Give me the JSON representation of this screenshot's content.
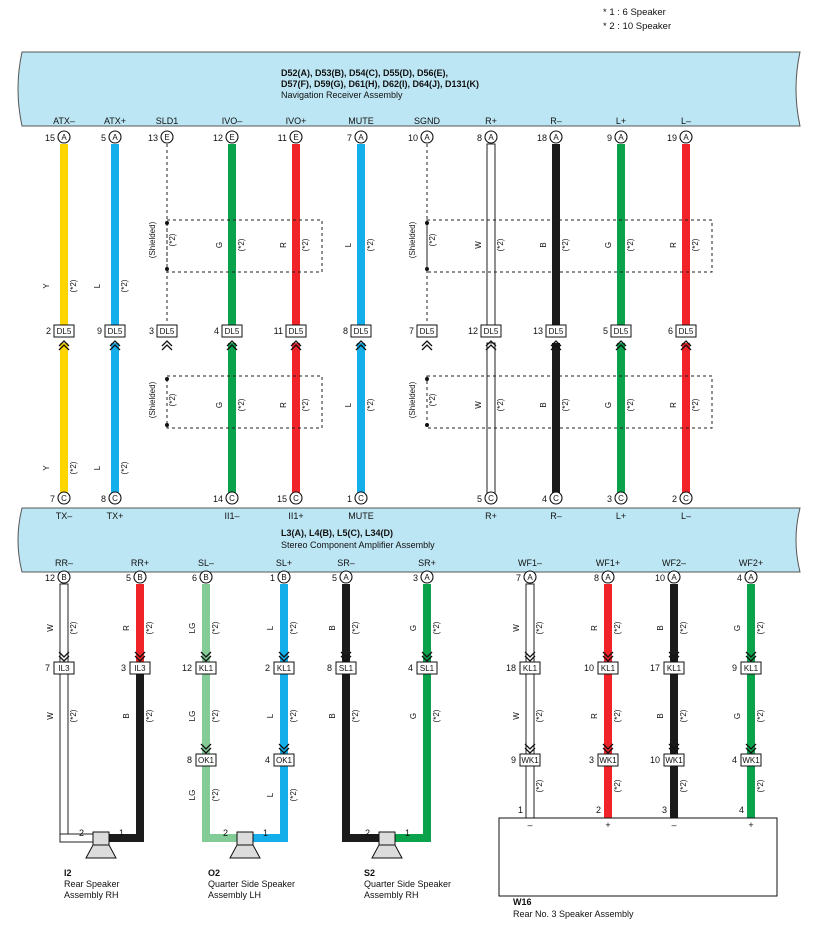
{
  "notes": [
    "* 1 : 6 Speaker",
    "* 2 : 10 Speaker"
  ],
  "colors": {
    "Y": "#ffd500",
    "L": "#14aeea",
    "G": "#0aa34b",
    "R": "#ef2328",
    "W": "#ffffff",
    "B": "#1b1b1b",
    "LG": "#84cc97",
    "bar": "#bde6f4"
  },
  "nav_receiver": {
    "connectors_line1": "D52(A), D53(B), D54(C), D55(D), D56(E),",
    "connectors_line2": "D57(F), D59(G), D61(H), D62(I), D64(J), D131(K)",
    "name": "Navigation Receiver Assembly"
  },
  "amplifier": {
    "connectors": "L3(A), L4(B), L5(C), L34(D)",
    "name": "Stereo Component Amplifier Assembly"
  },
  "shield_label": "(Shielded)",
  "star_note": "(*2)",
  "junction_label": "DL5",
  "upper_wires": [
    {
      "label": "ATX–",
      "pin": "15",
      "conn": "A",
      "color": "Y",
      "dl": "2",
      "bottom_pin": "7",
      "bottom_conn": "C",
      "bottom_label": "TX–"
    },
    {
      "label": "ATX+",
      "pin": "5",
      "conn": "A",
      "color": "L",
      "dl": "9",
      "bottom_pin": "8",
      "bottom_conn": "C",
      "bottom_label": "TX+"
    },
    {
      "label": "SLD1",
      "pin": "13",
      "conn": "E",
      "color": "SH",
      "dl": "3"
    },
    {
      "label": "IVO–",
      "pin": "12",
      "conn": "E",
      "color": "G",
      "dl": "4",
      "bottom_pin": "14",
      "bottom_conn": "C",
      "bottom_label": "II1–"
    },
    {
      "label": "IVO+",
      "pin": "11",
      "conn": "E",
      "color": "R",
      "dl": "11",
      "bottom_pin": "15",
      "bottom_conn": "C",
      "bottom_label": "II1+"
    },
    {
      "label": "MUTE",
      "pin": "7",
      "conn": "A",
      "color": "L",
      "dl": "8",
      "bottom_pin": "1",
      "bottom_conn": "C",
      "bottom_label": "MUTE"
    },
    {
      "label": "SGND",
      "pin": "10",
      "conn": "A",
      "color": "SH",
      "dl": "7"
    },
    {
      "label": "R+",
      "pin": "8",
      "conn": "A",
      "color": "W",
      "dl": "12",
      "bottom_pin": "5",
      "bottom_conn": "C",
      "bottom_label": "R+"
    },
    {
      "label": "R–",
      "pin": "18",
      "conn": "A",
      "color": "B",
      "dl": "13",
      "bottom_pin": "4",
      "bottom_conn": "C",
      "bottom_label": "R–"
    },
    {
      "label": "L+",
      "pin": "9",
      "conn": "A",
      "color": "G",
      "dl": "5",
      "bottom_pin": "3",
      "bottom_conn": "C",
      "bottom_label": "L+"
    },
    {
      "label": "L–",
      "pin": "19",
      "conn": "A",
      "color": "R",
      "dl": "6",
      "bottom_pin": "2",
      "bottom_conn": "C",
      "bottom_label": "L–"
    }
  ],
  "lower_wires": [
    {
      "label": "RR–",
      "pin": "12",
      "conn": "B",
      "color": "W",
      "j1_pin": "7",
      "j1": "IL3",
      "color2": "W"
    },
    {
      "label": "RR+",
      "pin": "5",
      "conn": "B",
      "color": "R",
      "j1_pin": "3",
      "j1": "IL3",
      "color2": "B"
    },
    {
      "label": "SL–",
      "pin": "6",
      "conn": "B",
      "color": "LG",
      "j1_pin": "12",
      "j1": "KL1",
      "color2": "LG",
      "j2_pin": "8",
      "j2": "OK1",
      "color3": "LG"
    },
    {
      "label": "SL+",
      "pin": "1",
      "conn": "B",
      "color": "L",
      "j1_pin": "2",
      "j1": "KL1",
      "color2": "L",
      "j2_pin": "4",
      "j2": "OK1",
      "color3": "L"
    },
    {
      "label": "SR–",
      "pin": "5",
      "conn": "A",
      "color": "B",
      "j1_pin": "8",
      "j1": "SL1",
      "color2": "B"
    },
    {
      "label": "SR+",
      "pin": "3",
      "conn": "A",
      "color": "G",
      "j1_pin": "4",
      "j1": "SL1",
      "color2": "G"
    },
    {
      "label": "WF1–",
      "pin": "7",
      "conn": "A",
      "color": "W",
      "j1_pin": "18",
      "j1": "KL1",
      "color2": "W",
      "j2_pin": "9",
      "j2": "WK1",
      "color3": "W",
      "end_pin": "1",
      "polarity": "–"
    },
    {
      "label": "WF1+",
      "pin": "8",
      "conn": "A",
      "color": "R",
      "j1_pin": "10",
      "j1": "KL1",
      "color2": "R",
      "j2_pin": "3",
      "j2": "WK1",
      "color3": "R",
      "end_pin": "2",
      "polarity": "+"
    },
    {
      "label": "WF2–",
      "pin": "10",
      "conn": "A",
      "color": "B",
      "j1_pin": "17",
      "j1": "KL1",
      "color2": "B",
      "j2_pin": "10",
      "j2": "WK1",
      "color3": "B",
      "end_pin": "3",
      "polarity": "–"
    },
    {
      "label": "WF2+",
      "pin": "4",
      "conn": "A",
      "color": "G",
      "j1_pin": "9",
      "j1": "KL1",
      "color2": "G",
      "j2_pin": "4",
      "j2": "WK1",
      "color3": "G",
      "end_pin": "4",
      "polarity": "+"
    }
  ],
  "speakers": [
    {
      "id": "I2",
      "line1": "Rear Speaker",
      "line2": "Assembly RH",
      "pin_a": "2",
      "pin_b": "1"
    },
    {
      "id": "O2",
      "line1": "Quarter Side Speaker",
      "line2": "Assembly LH",
      "pin_a": "2",
      "pin_b": "1"
    },
    {
      "id": "S2",
      "line1": "Quarter Side Speaker",
      "line2": "Assembly RH",
      "pin_a": "2",
      "pin_b": "1"
    }
  ],
  "w16": {
    "id": "W16",
    "name": "Rear No. 3 Speaker Assembly"
  }
}
